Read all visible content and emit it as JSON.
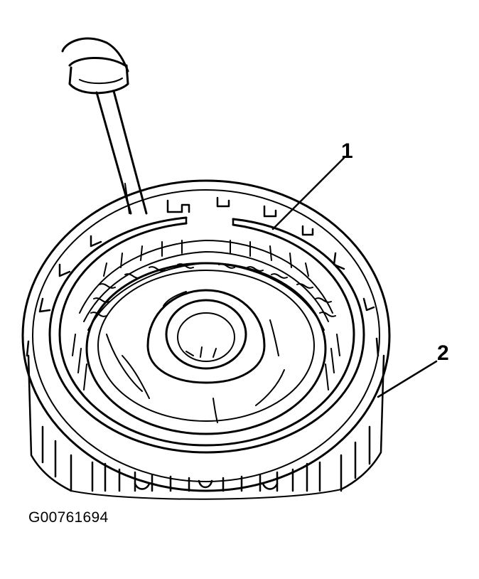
{
  "figure": {
    "callouts": [
      "1",
      "2"
    ],
    "figure_id": "G00761694",
    "colors": {
      "ink": "#000000",
      "paper": "#ffffff"
    }
  }
}
